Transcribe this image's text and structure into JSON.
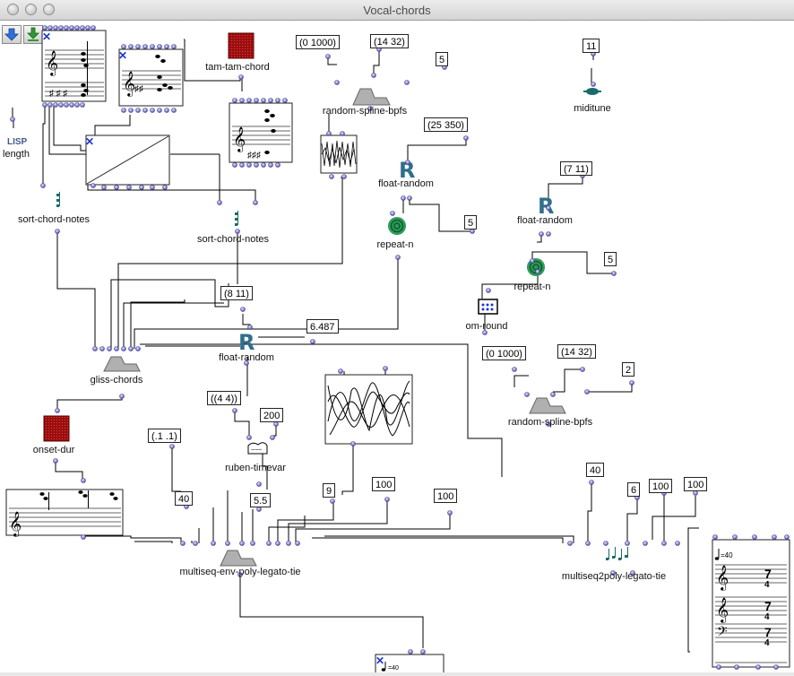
{
  "window": {
    "title": "Vocal-chords"
  },
  "toolbar": {
    "down_icon": "down-arrow-icon",
    "install_icon": "green-arrow-icon"
  },
  "labels": {
    "tam_tam_chord": "tam-tam-chord",
    "random_spline_bpfs_top": "random-spline-bpfs",
    "miditune": "miditune",
    "lisp": "LISP",
    "length": "length",
    "float_random_1": "float-random",
    "float_random_2": "float-random",
    "float_random_3": "float-random",
    "sort_chord_notes_1": "sort-chord-notes",
    "sort_chord_notes_2": "sort-chord-notes",
    "repeat_n_1": "repeat-n",
    "repeat_n_2": "repeat-n",
    "om_round": "om-round",
    "gliss_chords": "gliss-chords",
    "random_spline_bpfs_bottom": "random-spline-bpfs",
    "onset_dur": "onset-dur",
    "ruben_timevar": "ruben-timevar",
    "multiseq_env": "multiseq-env-poly-legato-tie",
    "multiseq2poly": "multiseq2poly-legato-tie",
    "tempo_1": "=40",
    "tempo_2": "=40"
  },
  "values": {
    "v0_1000_a": "(0 1000)",
    "v14_32_a": "(14 32)",
    "v5_a": "5",
    "v11": "11",
    "v25_350": "(25 350)",
    "v7_11": "(7 11)",
    "v5_b": "5",
    "v5_c": "5",
    "v8_11": "(8 11)",
    "v6487": "6.487",
    "v0_1000_b": "(0 1000)",
    "v14_32_b": "(14 32)",
    "v2": "2",
    "v44": "((4 4))",
    "v200": "200",
    "v11_11": "(.1 .1)",
    "v40_a": "40",
    "v55": "5.5",
    "v9": "9",
    "v100_a": "100",
    "v100_b": "100",
    "v40_b": "40",
    "v6": "6",
    "v100_c": "100",
    "v100_d": "100"
  }
}
